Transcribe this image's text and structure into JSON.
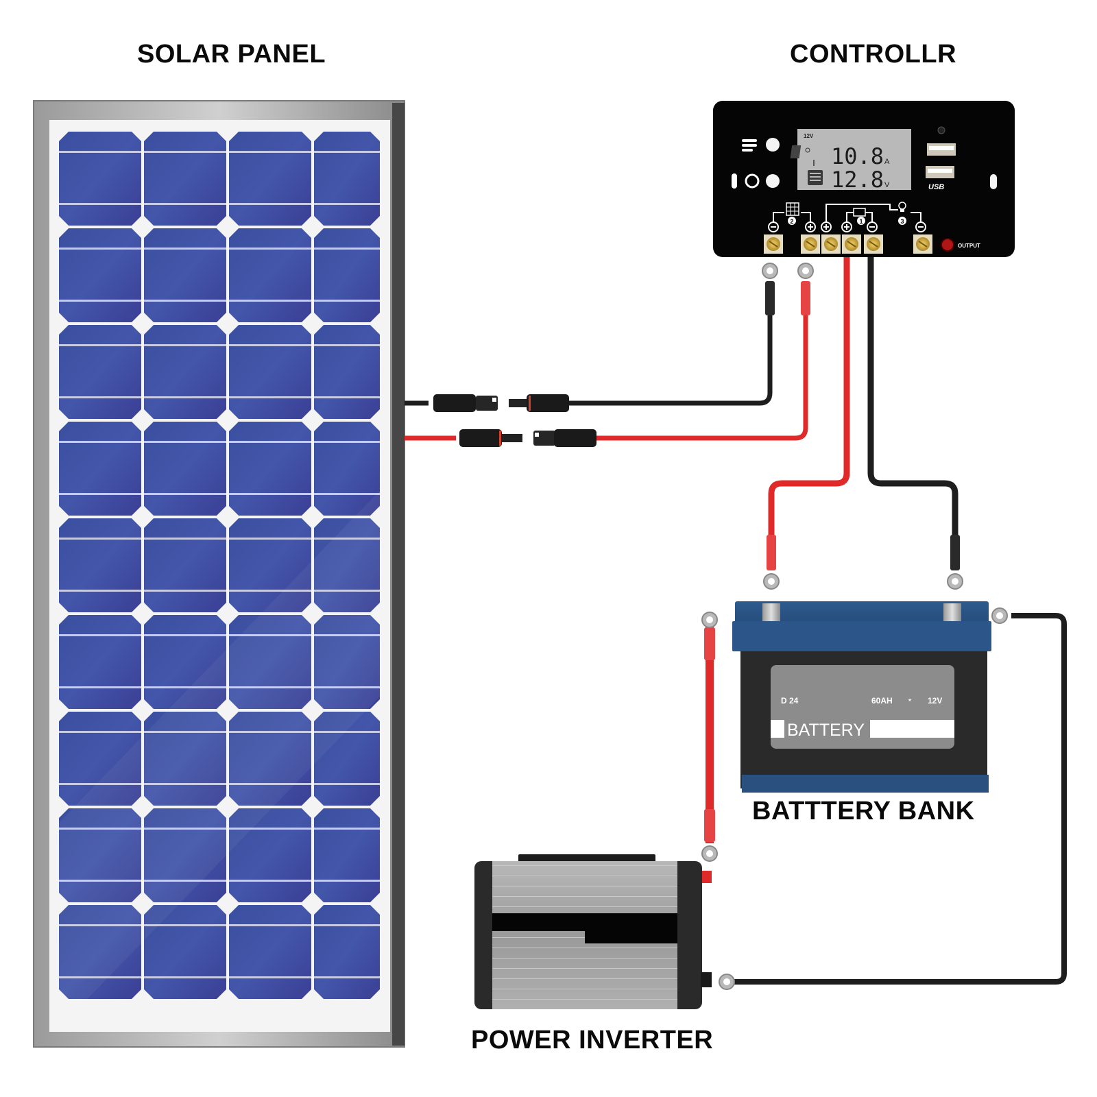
{
  "labels": {
    "solar_panel": "SOLAR PANEL",
    "controller": "CONTROLLR",
    "battery_bank": "BATTTERY BANK",
    "power_inverter": "POWER INVERTER"
  },
  "controller": {
    "lcd": {
      "system_voltage": "12V",
      "current_value": "10.8",
      "current_unit": "A",
      "voltage_value": "12.8",
      "voltage_unit": "V"
    },
    "usb_label": "USB",
    "output_label": "OUTPUT",
    "terminal_groups": [
      {
        "number": "2",
        "name": "solar",
        "polarities": [
          "−",
          "+"
        ]
      },
      {
        "number": "1",
        "name": "battery",
        "polarities": [
          "+",
          "+",
          "−"
        ]
      },
      {
        "number": "3",
        "name": "load",
        "polarities": [
          "−"
        ]
      }
    ]
  },
  "battery": {
    "model": "D 24",
    "capacity": "60AH",
    "separator": "*",
    "voltage": "12V",
    "brand_label": "BATTERY"
  },
  "colors": {
    "positive_wire": "#e02a2a",
    "negative_wire": "#1e1e1e",
    "panel_cell": "#3d4ea6",
    "battery_case": "#2a5080",
    "controller_body": "#050505",
    "lcd_bg": "#b9b9b9"
  }
}
